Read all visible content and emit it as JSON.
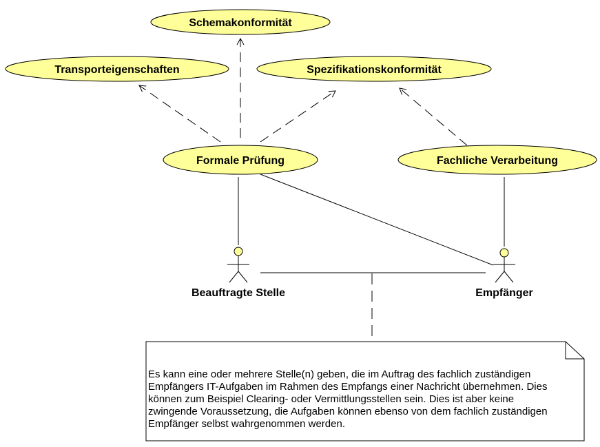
{
  "diagram": {
    "use_cases": {
      "schemakonformitaet": "Schemakonformität",
      "transporteigenschaften": "Transporteigenschaften",
      "spezifikationskonformitaet": "Spezifikationskonformität",
      "formale_pruefung": "Formale Prüfung",
      "fachliche_verarbeitung": "Fachliche Verarbeitung"
    },
    "actors": {
      "beauftragte_stelle": "Beauftragte Stelle",
      "empfaenger": "Empfänger"
    },
    "note": {
      "lines": [
        "Es kann eine oder mehrere Stelle(n) geben, die im Auftrag des fachlich zuständigen",
        "Empfängers IT-Aufgaben im Rahmen des Empfangs einer Nachricht übernehmen. Dies",
        "können zum Beispiel Clearing- oder Vermittlungsstellen sein. Dies ist aber keine",
        "zwingende Voraussetzung, die Aufgaben können ebenso von dem fachlich zuständigen",
        "Empfänger selbst wahrgenommen werden."
      ]
    },
    "colors": {
      "use_case_fill": "#ffff99",
      "line": "#000000",
      "note_fill": "#ffffff"
    }
  }
}
